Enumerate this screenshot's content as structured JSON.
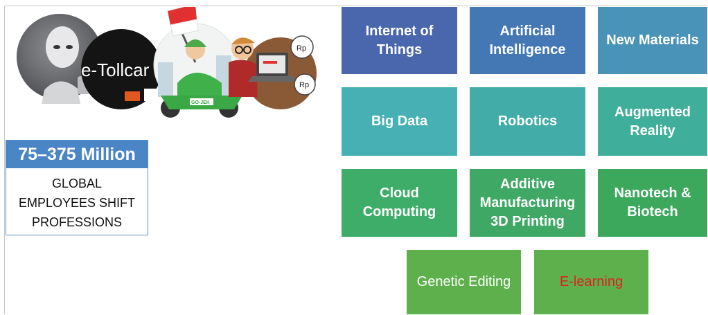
{
  "collage": {
    "etoll_text": "e-Tollcar",
    "flag_colors": [
      "#e03030",
      "#ffffff"
    ],
    "rp_badge_1": "Rp",
    "rp_badge_2": "Rp",
    "scooter_badge": "GO-JEK",
    "icons": [
      "robot-icon",
      "e-toll-card-icon",
      "scooter-rider-icon",
      "laptop-worker-icon"
    ]
  },
  "stat": {
    "headline": "75–375 Million",
    "caption": "GLOBAL\nEMPLOYEES SHIFT\nPROFESSIONS"
  },
  "tiles": [
    {
      "label": "Internet of\nThings",
      "color": "#4a67ae"
    },
    {
      "label": "Artificial\nIntelligence",
      "color": "#4478b4"
    },
    {
      "label": "New Materials",
      "color": "#4a93b8"
    },
    {
      "label": "Big Data",
      "color": "#46b0b4"
    },
    {
      "label": "Robotics",
      "color": "#42ada8"
    },
    {
      "label": "Augmented\nReality",
      "color": "#3fae9a"
    },
    {
      "label": "Cloud\nComputing",
      "color": "#3fad6a"
    },
    {
      "label": "Additive\nManufacturing\n3D Printing",
      "color": "#3ea864"
    },
    {
      "label": "Nanotech &\nBiotech",
      "color": "#3ba85c"
    },
    {
      "label": "Genetic Editing",
      "color": "#5db04c"
    },
    {
      "label": "E-learning",
      "color": "#5db04c",
      "text_color": "#e02020"
    }
  ]
}
